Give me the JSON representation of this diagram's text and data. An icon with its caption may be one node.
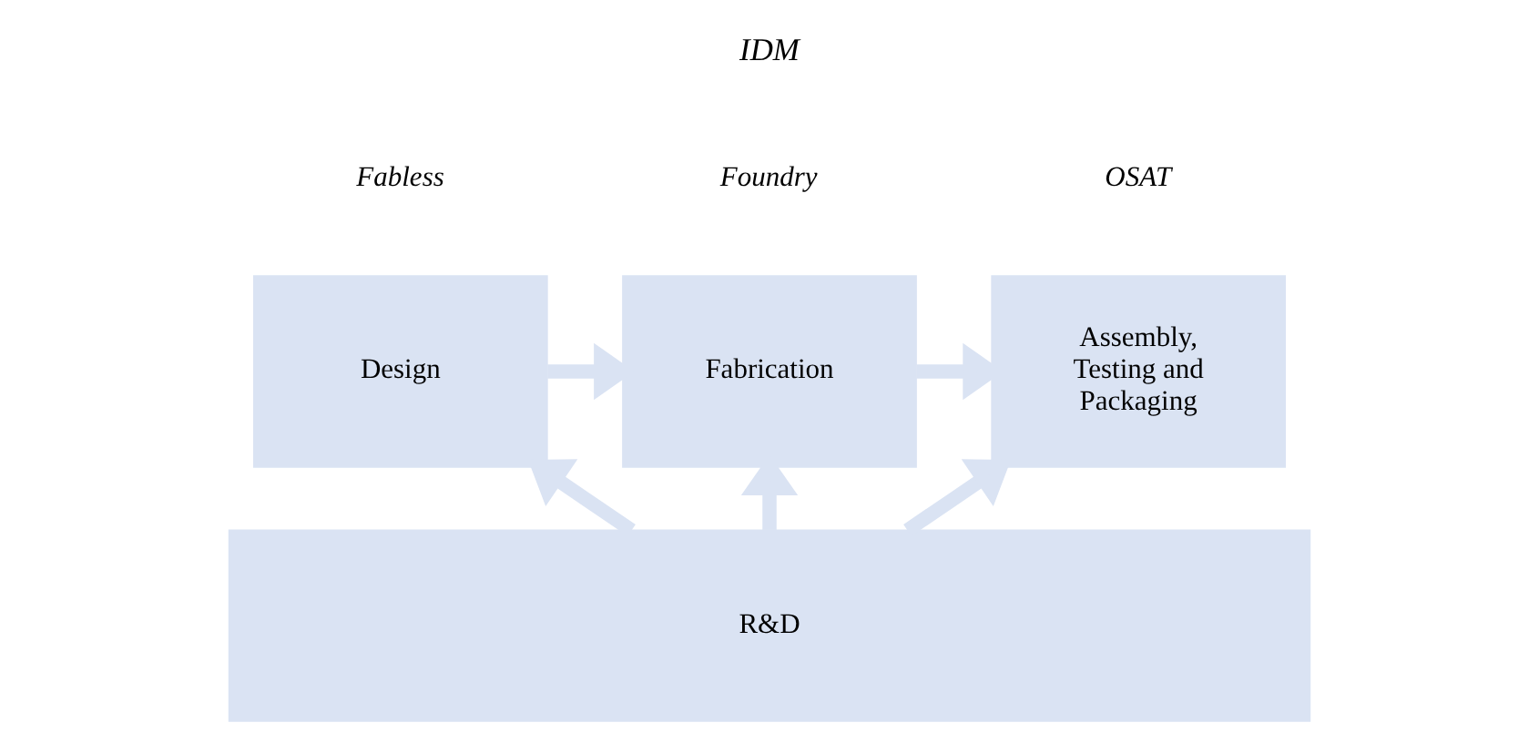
{
  "diagram": {
    "nodes": [
      {
        "text": [
          "Design"
        ],
        "beside": [
          "Fabless"
        ]
      },
      {
        "text": [
          "Fabrication"
        ],
        "beside": [
          "Foundry"
        ]
      },
      {
        "text": [
          "Assembly, Testing and Packaging"
        ],
        "beside": [
          "OSAT"
        ]
      },
      {
        "text": [
          "R&D"
        ]
      }
    ],
    "edges": [
      {
        "from": 0,
        "to": 1,
        "arrow": "to"
      },
      {
        "from": 1,
        "to": 2,
        "arrow": "to"
      },
      {
        "from": 3,
        "to": 0,
        "arrow": "to"
      },
      {
        "from": 3,
        "to": 1,
        "arrow": "to"
      },
      {
        "from": 3,
        "to": 2,
        "arrow": "to"
      }
    ],
    "labels": [
      "IDM"
    ]
  }
}
